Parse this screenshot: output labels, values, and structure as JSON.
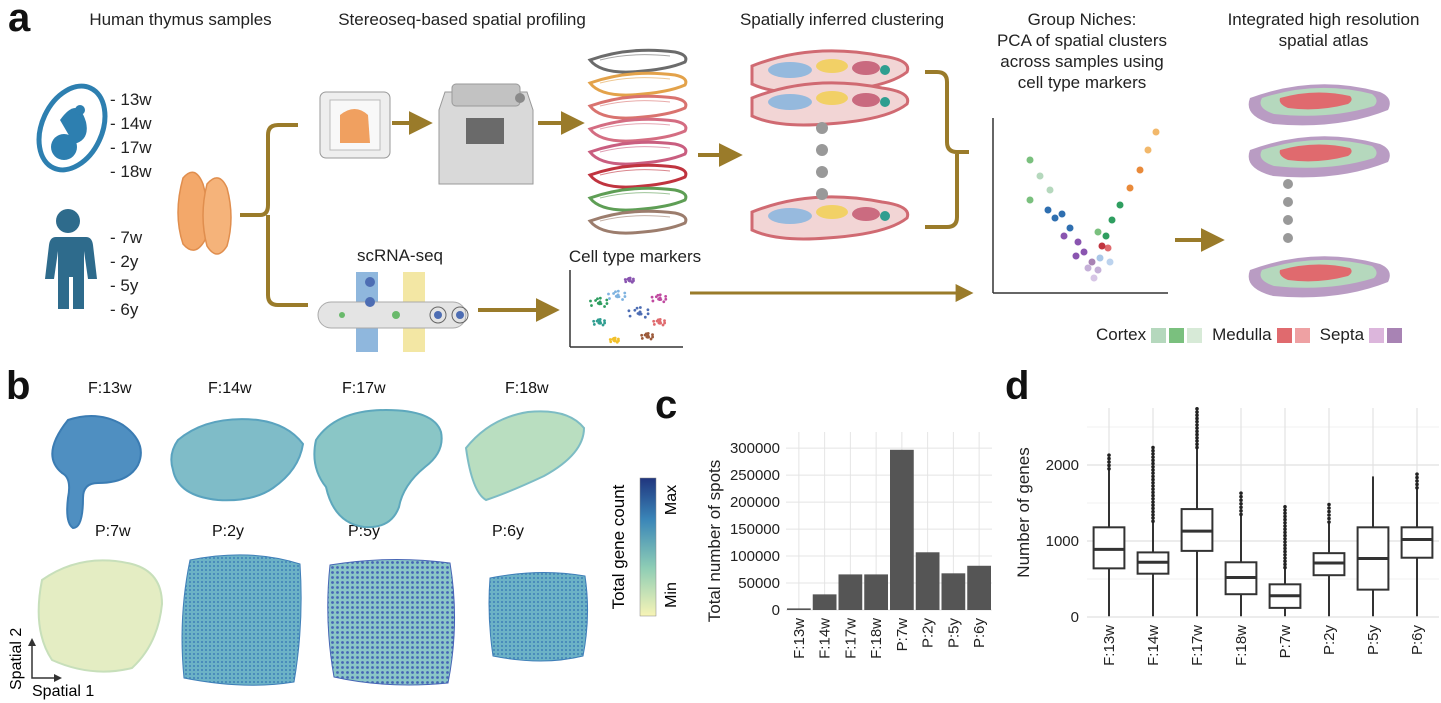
{
  "panel_a": {
    "label": "a",
    "titles": {
      "samples": "Human thymus samples",
      "profiling": "Stereoseq-based spatial profiling",
      "clustering": "Spatially inferred clustering",
      "niches": [
        "Group Niches:",
        "PCA of spatial clusters",
        "across  samples using",
        "cell type markers"
      ],
      "atlas": [
        "Integrated high resolution",
        "spatial atlas"
      ],
      "scrna": "scRNA-seq",
      "markers": "Cell type markers"
    },
    "fetal_ages": [
      "- 13w",
      "- 14w",
      "- 17w",
      "- 18w"
    ],
    "postnatal_ages": [
      "- 7w",
      "- 2y",
      "- 5y",
      "- 6y"
    ],
    "legend": {
      "cortex": "Cortex",
      "medulla": "Medulla",
      "septa": "Septa",
      "cortex_colors": [
        "#b5d8bd",
        "#7ac07e",
        "#d7ead7"
      ],
      "medulla_colors": [
        "#e06a6e",
        "#eea1a3"
      ],
      "septa_colors": [
        "#dcb6dc",
        "#a883b4"
      ]
    },
    "slice_colors": [
      "#6b6b6b",
      "#e3a24a",
      "#d9736f",
      "#d46d82",
      "#c95e80",
      "#c0343f",
      "#5e9e55",
      "#9c7d6d"
    ]
  },
  "panel_b": {
    "label": "b",
    "samples": [
      "F:13w",
      "F:14w",
      "F:17w",
      "F:18w",
      "P:7w",
      "P:2y",
      "P:5y",
      "P:6y"
    ],
    "colorbar": {
      "title": "Total gene count",
      "max": "Max",
      "min": "Min"
    },
    "axis_x": "Spatial 1",
    "axis_y": "Spatial 2"
  },
  "chart_data": [
    {
      "panel": "c",
      "type": "bar",
      "categories": [
        "F:13w",
        "F:14w",
        "F:17w",
        "F:18w",
        "P:7w",
        "P:2y",
        "P:5y",
        "P:6y"
      ],
      "values": [
        3000,
        29000,
        66000,
        66000,
        297000,
        107000,
        68000,
        82000
      ],
      "ylabel": "Total number of spots",
      "xlabel": "",
      "yticks": [
        0,
        50000,
        100000,
        150000,
        200000,
        250000,
        300000
      ],
      "ylim": [
        0,
        330000
      ],
      "grid": true,
      "bar_color": "#555555"
    },
    {
      "panel": "d",
      "type": "box",
      "categories": [
        "F:13w",
        "F:14w",
        "F:17w",
        "F:18w",
        "P:7w",
        "P:2y",
        "P:5y",
        "P:6y"
      ],
      "ylabel": "Number of genes",
      "xlabel": "",
      "yticks": [
        0,
        1000,
        2000
      ],
      "ylim": [
        0,
        2750
      ],
      "grid": true,
      "boxes": [
        {
          "whisker_low": 10,
          "q1": 640,
          "median": 890,
          "q3": 1180,
          "whisker_high": 1950,
          "outliers_to": 2130
        },
        {
          "whisker_low": 10,
          "q1": 570,
          "median": 720,
          "q3": 850,
          "whisker_high": 1260,
          "outliers_to": 2230
        },
        {
          "whisker_low": 10,
          "q1": 870,
          "median": 1130,
          "q3": 1420,
          "whisker_high": 2230,
          "outliers_to": 2740
        },
        {
          "whisker_low": 10,
          "q1": 300,
          "median": 520,
          "q3": 720,
          "whisker_high": 1350,
          "outliers_to": 1630
        },
        {
          "whisker_low": 10,
          "q1": 120,
          "median": 280,
          "q3": 430,
          "whisker_high": 650,
          "outliers_to": 1450
        },
        {
          "whisker_low": 10,
          "q1": 550,
          "median": 710,
          "q3": 840,
          "whisker_high": 1250,
          "outliers_to": 1480
        },
        {
          "whisker_low": 10,
          "q1": 360,
          "median": 770,
          "q3": 1180,
          "whisker_high": 1850,
          "outliers_to": 1850
        },
        {
          "whisker_low": 10,
          "q1": 780,
          "median": 1020,
          "q3": 1180,
          "whisker_high": 1700,
          "outliers_to": 1880
        }
      ]
    }
  ]
}
